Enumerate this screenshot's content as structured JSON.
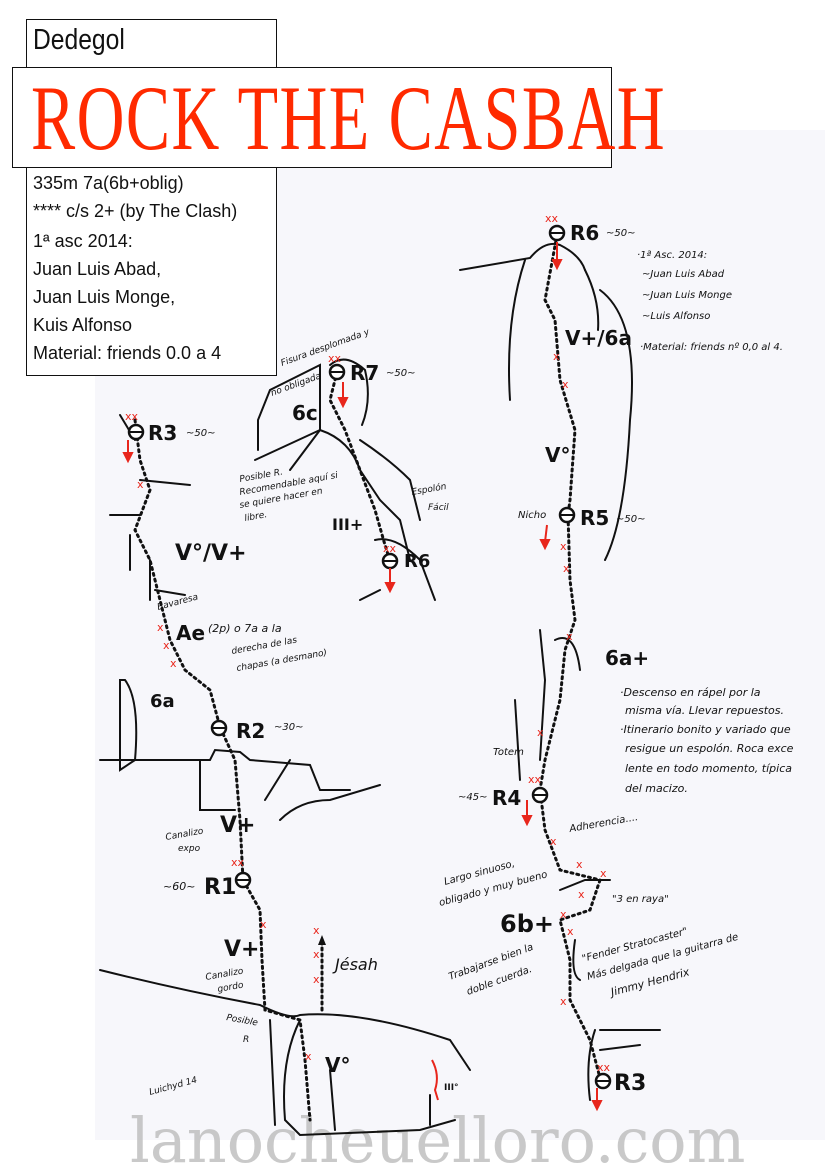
{
  "header": {
    "area": "Dedegol",
    "title": "ROCK THE CASBAH",
    "title_color": "#ff2a00"
  },
  "info": {
    "lines": [
      "335m 7a(6b+oblig)",
      "**** c/s 2+ (by The Clash)",
      "1ª asc 2014:",
      "Juan Luis Abad,",
      "Juan Luis Monge,",
      "Kuis Alfonso",
      "Material: friends 0.0 a 4"
    ]
  },
  "watermark": "lanocheuelloro.com",
  "topo_left": {
    "r3": "R3",
    "r3_len": "~50~",
    "grade_1": "V°/V+",
    "bavaresa": "Bavaresa",
    "ae": "Ae",
    "ae_note": "(2p) o 7a a la",
    "ae_note2": "derecha de las",
    "ae_note3": "chapas (a desmano)",
    "grade_2": "6a",
    "r2": "R2",
    "r2_len": "~30~",
    "canalizo_expo_1": "Canalizo",
    "canalizo_expo_2": "expo",
    "grade_3": "V+",
    "r1": "R1",
    "r1_len": "~60~",
    "grade_4": "V+",
    "canalizo_gordo_1": "Canalizo",
    "canalizo_gordo_2": "gordo",
    "jesah": "Jésah",
    "posible_r_1": "Posible",
    "posible_r_2": "R",
    "grade_5": "V°",
    "grade_6": "III°",
    "signature": "Luichyd 14"
  },
  "topo_middle": {
    "fisura_1": "Fisura desplomada y",
    "fisura_2": "no obligada",
    "grade_6c": "6c",
    "r7": "R7",
    "r7_len": "~50~",
    "posible_1": "Posible R.",
    "posible_2": "Recomendable aquí si",
    "posible_3": "se quiere hacer en",
    "posible_4": "libre.",
    "grade_iii": "III+",
    "espolon_1": "Espolón",
    "espolon_2": "Fácil",
    "r6": "R6"
  },
  "topo_right": {
    "r6": "R6",
    "r6_len": "~50~",
    "grade_1": "V+/6a",
    "grade_2": "V°",
    "nicho": "Nicho",
    "r5": "R5",
    "r5_len": "~50~",
    "grade_3": "6a+",
    "totem": "Totem",
    "r4": "R4",
    "r4_len": "~45~",
    "adherencia": "Adherencia....",
    "largo_1": "Largo sinuoso,",
    "largo_2": "obligado y muy bueno",
    "grade_4": "6b+",
    "tres_en_raya": "\"3 en raya\"",
    "fender_1": "\"Fender Stratocaster\"",
    "fender_2": "Más delgada que la guitarra de",
    "fender_3": "Jimmy Hendrix",
    "trabajarse_1": "Trabajarse bien la",
    "trabajarse_2": "doble cuerda.",
    "r3": "R3"
  },
  "notes": {
    "asc_title": "·1ª Asc. 2014:",
    "asc_1": "~Juan Luis Abad",
    "asc_2": "~Juan Luis Monge",
    "asc_3": "~Luis Alfonso",
    "material": "·Material: friends nº 0,0 al 4.",
    "desc_1": "·Descenso en rápel por la",
    "desc_2": "misma vía. Llevar repuestos.",
    "desc_3": "·Itinerario bonito y variado que",
    "desc_4": "resigue un espolón. Roca exce",
    "desc_5": "lente en todo momento, típica",
    "desc_6": "del macizo."
  }
}
